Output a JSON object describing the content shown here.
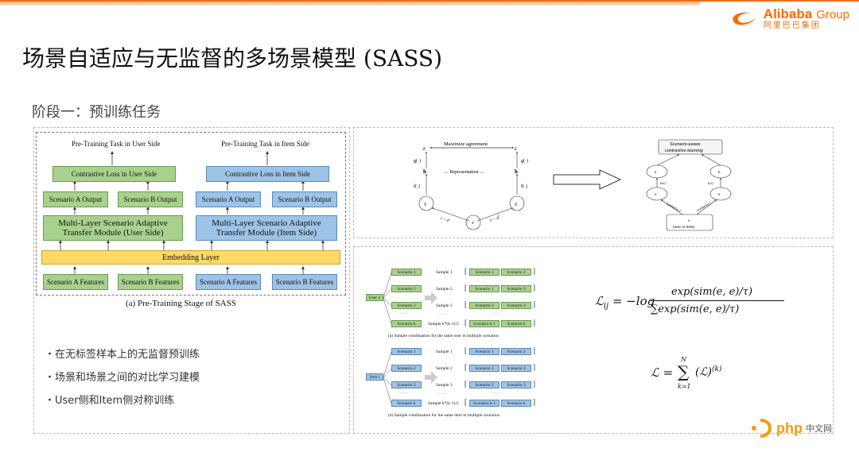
{
  "header": {
    "logo_brand": "Alibaba",
    "logo_group": "Group",
    "logo_sub": "阿里巴巴集团",
    "title": "场景自适应与无监督的多场景模型 (SASS)",
    "stage": "阶段一：预训练任务"
  },
  "left_diagram": {
    "user_side_title": "Pre-Training Task in User Side",
    "item_side_title": "Pre-Training Task in Item Side",
    "loss_user": "Contrastive Loss in User Side",
    "loss_item": "Contrastive Loss in Item Side",
    "outputs": [
      "Scenario A  Output",
      "Scenario B Output",
      "Scenario A  Output",
      "Scenario B Output"
    ],
    "module_user": "Multi-Layer Scenario Adaptive Transfer Module (User Side)",
    "module_item": "Multi-Layer Scenario Adaptive Transfer Module (Item Side)",
    "embedding": "Embedding Layer",
    "features": [
      "Scenario A Features",
      "Scenario B Features",
      "Scenario A Features",
      "Scenario B Features"
    ],
    "caption": "(a) Pre-Training Stage of SASS"
  },
  "bullets": [
    "・在无标签样本上的无监督预训练",
    "・场景和场景之间的对比学习建模",
    "・User侧和Item侧对称训练"
  ],
  "simclr": {
    "top_label": "Maximize agreement",
    "zi": "z",
    "zj": "z",
    "hi": "h",
    "hj": "h",
    "g": "g(·)",
    "f": "f(·)",
    "representation": "← Representation →",
    "xi": "x̃",
    "xj": "x̃",
    "x": "x",
    "t1": "t ~ 𝒯",
    "t2": "t' ~ 𝒯"
  },
  "scenario_aware": {
    "header_line1": "Scenario-aware",
    "header_line2": "contrastive learning",
    "e_i": "e",
    "e_j": "e",
    "x_i": "x",
    "x_j": "x",
    "f_label": "f(x)",
    "scenario_i": "scenario i",
    "scenario_j": "scenario j",
    "s": "s",
    "s_desc": "(user or item)"
  },
  "sample_comb": {
    "user_root": "User u",
    "item_root": "Item i",
    "scenarios": [
      "Scenario 1",
      "Scenario 2",
      "Scenario 3",
      "· · · ·",
      "Scenario k"
    ],
    "samples": [
      "Sample 1",
      "Sample 2",
      "Sample 3",
      "· · · ·",
      "Sample k*(k-1)/2"
    ],
    "pairs": [
      [
        "Scenario 1",
        "Scenario 2"
      ],
      [
        "Scenario 1",
        "Scenario 3"
      ],
      [
        "Scenario 2",
        "Scenario 3"
      ],
      [
        "· · · ·",
        ""
      ],
      [
        "Scenario k-1",
        "Scenario k"
      ]
    ],
    "caption_user": "(a) Sample combination for the same user in multiple scenarios",
    "caption_item": "(b) Sample combination for the same item in multiple scenarios"
  },
  "formulas": {
    "lij_lhs": "ℒ",
    "lij_eq": "= −log",
    "lij_num": "exp(sim(e, e)/τ)",
    "lij_den": "exp(sim(e, e)/τ)",
    "l_lhs": "ℒ =",
    "l_body": "(ℒ)",
    "sum_top": "N",
    "sum_bot": "k=1"
  },
  "watermark": {
    "brand": "php",
    "suffix": "中文网"
  }
}
